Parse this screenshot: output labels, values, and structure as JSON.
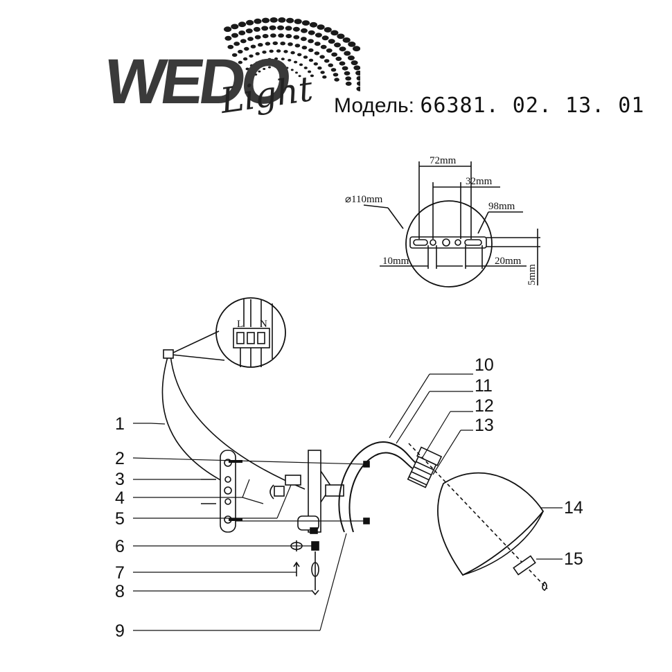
{
  "brand": {
    "wordmark": "WEDO",
    "script": "Light"
  },
  "model": {
    "label": "Модель:",
    "number": "66381. 02. 13. 01"
  },
  "mount_detail": {
    "diameter": "⌀110mm",
    "d72": "72mm",
    "d32": "32mm",
    "d98": "98mm",
    "d10": "10mm",
    "d20": "20mm",
    "d5": "5mm"
  },
  "terminal": {
    "L": "L",
    "N": "N"
  },
  "callouts": [
    "1",
    "2",
    "3",
    "4",
    "5",
    "6",
    "7",
    "8",
    "9",
    "10",
    "11",
    "12",
    "13",
    "14",
    "15"
  ]
}
